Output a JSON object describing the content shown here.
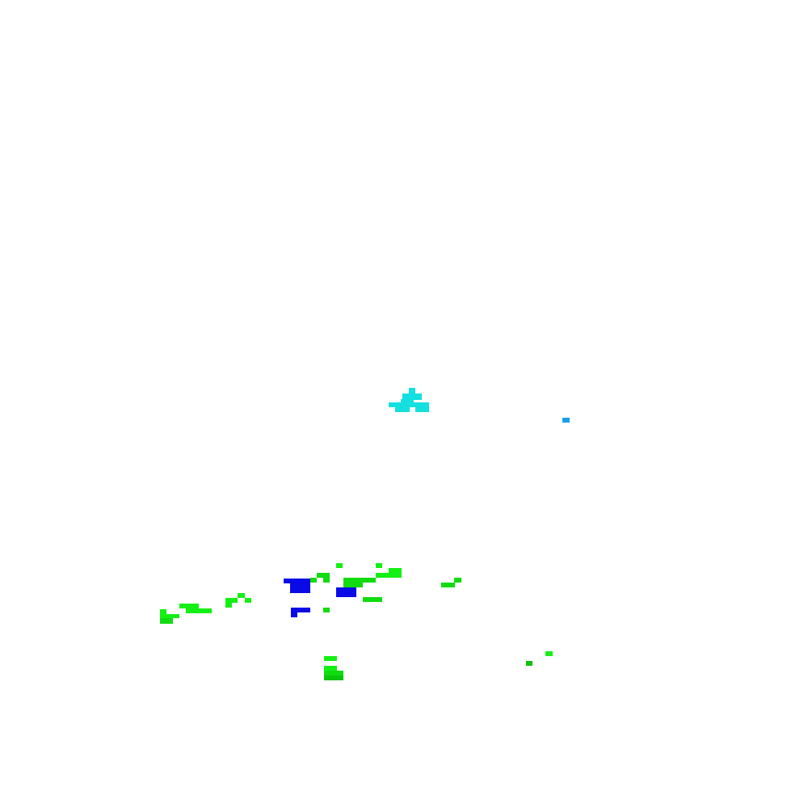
{
  "palette": {
    "background": "#ffffff",
    "cyan": "#14e0e0",
    "sky": "#1aa0e8",
    "blue": "#0a0ae6",
    "green_light": "#14f014",
    "green_mid": "#10dc10",
    "green_dark": "#0cc40c"
  },
  "sprites": [
    {
      "name": "cyan-sprite",
      "color_key": "cyan"
    },
    {
      "name": "sky-marker",
      "color_key": "sky"
    },
    {
      "name": "blue-cluster",
      "color_key": "blue"
    },
    {
      "name": "green-cluster",
      "color_key": "green_mid"
    }
  ]
}
